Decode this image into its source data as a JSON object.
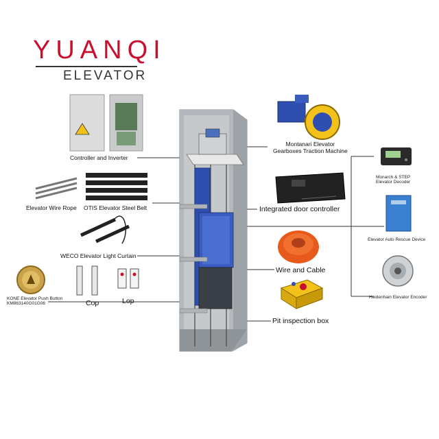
{
  "logo": {
    "brand": "YUANQI",
    "sub": "ELEVATOR"
  },
  "labels": {
    "controller": "Controller and  Inverter",
    "wire_rope": "Elevator Wire Rope",
    "steel_belt": "OTIS Elevator Steel Belt",
    "light_curtain": "WECO Elevator Light Curtain",
    "push_button": "KONE Elevator Push Button\nKM863140G01G06",
    "cop": "Cop",
    "lop": "Lop",
    "traction_machine": "Montanari Elevator\nGearboxes Traction Machine",
    "door_controller": "Integrated door controller",
    "wire_cable": "Wire and Cable",
    "pit_box": "Pit inspection box",
    "decoder": "Monarch & STEP\nElevator Decoder",
    "rescue_device": "Elevator Auto Rescue Device",
    "encoder": "Heidenhain  Elevator Encoder"
  },
  "colors": {
    "brand_red": "#c8102e",
    "car_blue": "#2e4fb0",
    "shaft_gray": "#9ea3a8",
    "cable_orange": "#e85a1c",
    "box_yellow": "#f2c11a"
  }
}
